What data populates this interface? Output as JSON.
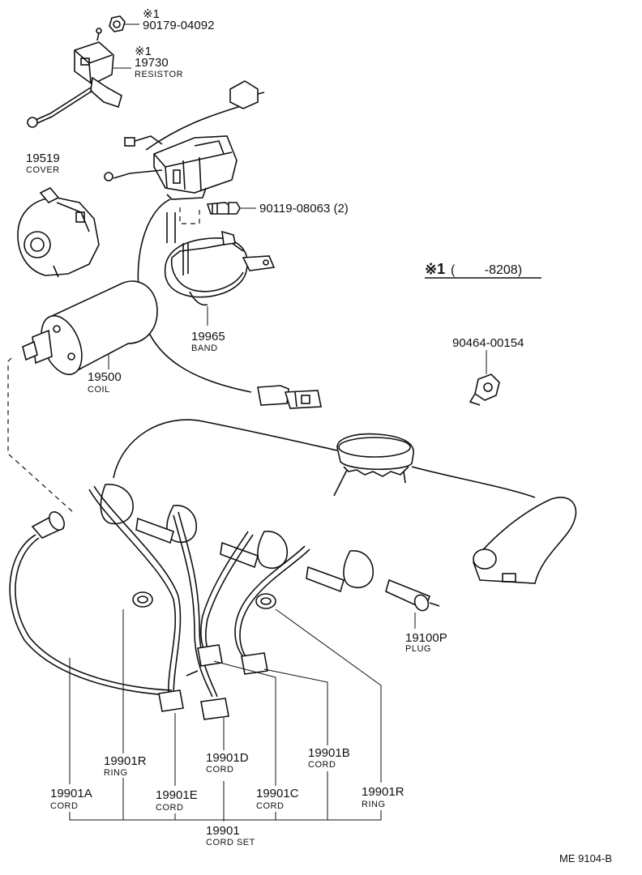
{
  "parts": {
    "nut_mark": "※1",
    "nut_number": "90179-04092",
    "resistor_mark": "※1",
    "resistor_number": "19730",
    "resistor_name": "RESISTOR",
    "cover_number": "19519",
    "cover_name": "COVER",
    "bolt_number": "90119-08063 (2)",
    "band_number": "19965",
    "band_name": "BAND",
    "coil_number": "19500",
    "coil_name": "COIL",
    "clip_number": "90464-00154",
    "plug_number": "19100P",
    "plug_name": "PLUG",
    "ring_left_number": "19901R",
    "ring_left_name": "RING",
    "cord_d_number": "19901D",
    "cord_d_name": "CORD",
    "cord_b_number": "19901B",
    "cord_b_name": "CORD",
    "cord_a_number": "19901A",
    "cord_a_name": "CORD",
    "cord_e_number": "19901E",
    "cord_e_name": "CORD",
    "cord_c_number": "19901C",
    "cord_c_name": "CORD",
    "ring_right_number": "19901R",
    "ring_right_name": "RING",
    "cordset_number": "19901",
    "cordset_name": "CORD SET"
  },
  "note": {
    "mark": "※1",
    "range": "(　　 -8208)"
  },
  "footer": {
    "code": "ME  9104-B"
  }
}
